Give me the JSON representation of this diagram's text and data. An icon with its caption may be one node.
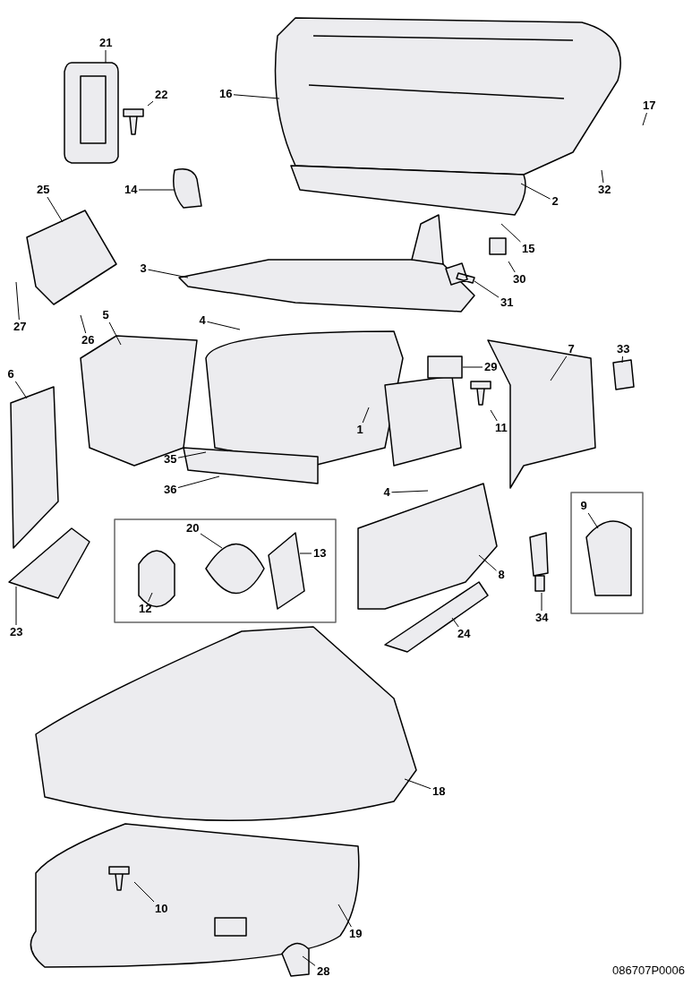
{
  "diagram": {
    "nodes": [
      {
        "text": [
          "21"
        ]
      },
      {
        "text": [
          "22"
        ]
      },
      {
        "text": [
          "16"
        ]
      },
      {
        "text": [
          "17"
        ]
      },
      {
        "text": [
          "14"
        ]
      },
      {
        "text": [
          "25"
        ]
      },
      {
        "text": [
          "32"
        ]
      },
      {
        "text": [
          "2"
        ]
      },
      {
        "text": [
          "15"
        ]
      },
      {
        "text": [
          "30"
        ]
      },
      {
        "text": [
          "3"
        ]
      },
      {
        "text": [
          "31"
        ]
      },
      {
        "text": [
          "27"
        ]
      },
      {
        "text": [
          "26"
        ]
      },
      {
        "text": [
          "4"
        ]
      },
      {
        "text": [
          "5"
        ]
      },
      {
        "text": [
          "29"
        ]
      },
      {
        "text": [
          "7"
        ]
      },
      {
        "text": [
          "33"
        ]
      },
      {
        "text": [
          "6"
        ]
      },
      {
        "text": [
          "11"
        ]
      },
      {
        "text": [
          "1"
        ]
      },
      {
        "text": [
          "35"
        ]
      },
      {
        "text": [
          "36"
        ]
      },
      {
        "text": [
          "4"
        ]
      },
      {
        "text": [
          "9"
        ]
      },
      {
        "text": [
          "20"
        ]
      },
      {
        "text": [
          "13"
        ]
      },
      {
        "text": [
          "8"
        ]
      },
      {
        "text": [
          "34"
        ]
      },
      {
        "text": [
          "12"
        ]
      },
      {
        "text": [
          "23"
        ]
      },
      {
        "text": [
          "24"
        ]
      },
      {
        "text": [
          "18"
        ]
      },
      {
        "text": [
          "10"
        ]
      },
      {
        "text": [
          "19"
        ]
      },
      {
        "text": [
          "28"
        ]
      }
    ],
    "edges": [
      {
        "from": 0,
        "to": null,
        "arrow": "none"
      },
      {
        "from": 1,
        "to": null,
        "arrow": "none"
      },
      {
        "from": 2,
        "to": null,
        "arrow": "none"
      },
      {
        "from": 3,
        "to": null,
        "arrow": "none"
      },
      {
        "from": 4,
        "to": null,
        "arrow": "none"
      },
      {
        "from": 5,
        "to": null,
        "arrow": "none"
      },
      {
        "from": 6,
        "to": null,
        "arrow": "none"
      },
      {
        "from": 7,
        "to": null,
        "arrow": "none"
      },
      {
        "from": 8,
        "to": null,
        "arrow": "none"
      },
      {
        "from": 9,
        "to": null,
        "arrow": "none"
      },
      {
        "from": 10,
        "to": null,
        "arrow": "none"
      },
      {
        "from": 11,
        "to": null,
        "arrow": "none"
      },
      {
        "from": 12,
        "to": null,
        "arrow": "none"
      },
      {
        "from": 13,
        "to": null,
        "arrow": "none"
      },
      {
        "from": 14,
        "to": null,
        "arrow": "none"
      },
      {
        "from": 15,
        "to": null,
        "arrow": "none"
      },
      {
        "from": 16,
        "to": null,
        "arrow": "none"
      },
      {
        "from": 17,
        "to": null,
        "arrow": "none"
      },
      {
        "from": 18,
        "to": null,
        "arrow": "none"
      },
      {
        "from": 19,
        "to": null,
        "arrow": "none"
      },
      {
        "from": 20,
        "to": null,
        "arrow": "none"
      },
      {
        "from": 21,
        "to": null,
        "arrow": "none"
      },
      {
        "from": 22,
        "to": null,
        "arrow": "none"
      },
      {
        "from": 23,
        "to": null,
        "arrow": "none"
      },
      {
        "from": 24,
        "to": null,
        "arrow": "none"
      },
      {
        "from": 25,
        "to": null,
        "arrow": "none"
      },
      {
        "from": 26,
        "to": null,
        "arrow": "none"
      },
      {
        "from": 27,
        "to": null,
        "arrow": "none"
      },
      {
        "from": 28,
        "to": null,
        "arrow": "none"
      },
      {
        "from": 29,
        "to": null,
        "arrow": "none"
      },
      {
        "from": 30,
        "to": null,
        "arrow": "none"
      },
      {
        "from": 31,
        "to": null,
        "arrow": "none"
      },
      {
        "from": 32,
        "to": null,
        "arrow": "none"
      },
      {
        "from": 33,
        "to": null,
        "arrow": "none"
      },
      {
        "from": 34,
        "to": null,
        "arrow": "none"
      },
      {
        "from": 35,
        "to": null,
        "arrow": "none"
      },
      {
        "from": 36,
        "to": null,
        "arrow": "none"
      }
    ],
    "labels": [
      "086707P0006"
    ]
  }
}
